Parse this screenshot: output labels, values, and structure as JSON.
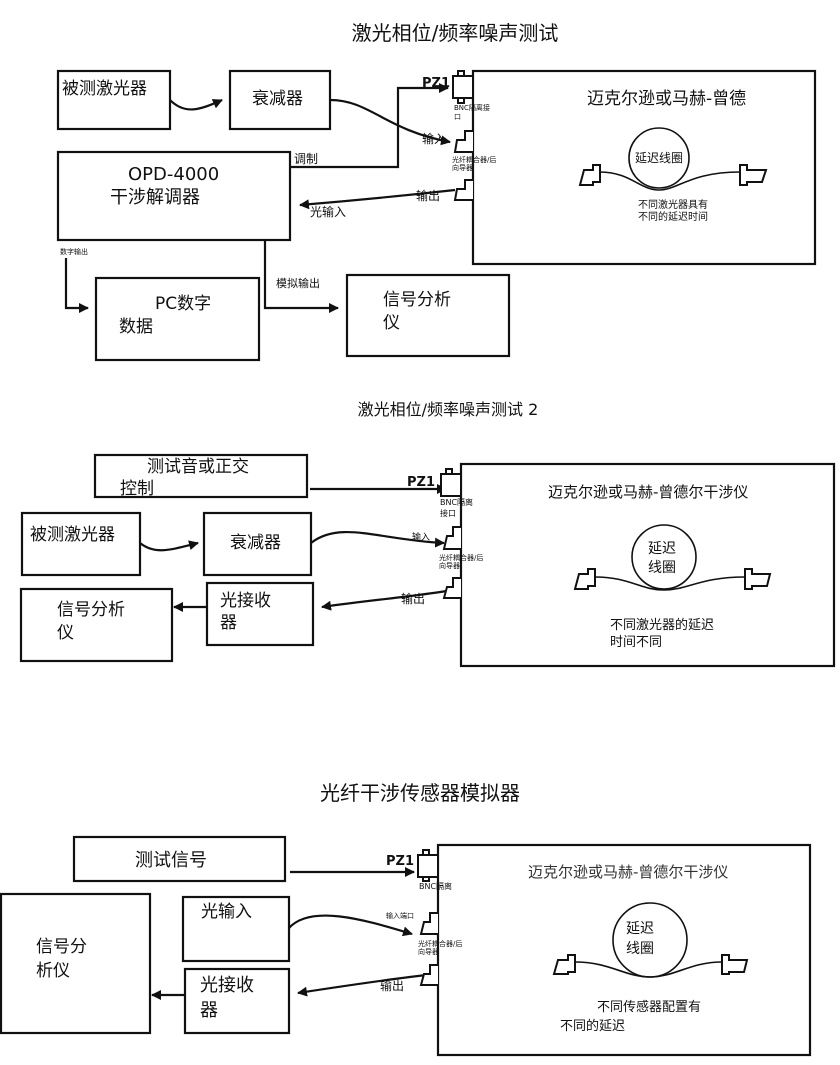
{
  "diagram1": {
    "title": "激光相位/频率噪声测试",
    "laser_under_test": "被测激光器",
    "attenuator": "衰减器",
    "opd_line1": "OPD-4000",
    "opd_line2": "干涉解调器",
    "modulation_label": "调制",
    "optical_input_label": "光输入",
    "digital_output_label": "数字输出",
    "analog_output_label": "模拟输出",
    "pc_line1": "PC数字",
    "pc_line2": "数据",
    "analyzer_line1": "信号分析",
    "analyzer_line2": "仪",
    "pz1": "PZ1",
    "bnc_line1": "BNC隔离接",
    "bnc_line2": "口",
    "input_label": "输入",
    "output_label": "输出",
    "coupler_line1": "光纤耦合器/后",
    "coupler_line2": "向导器",
    "interferometer_title": "迈克尔逊或马赫-曾德",
    "coil_label": "延迟线圈",
    "note_line1": "不同激光器具有",
    "note_line2": "不同的延迟时间"
  },
  "diagram2": {
    "title": "激光相位/频率噪声测试 2",
    "tone_line1": "测试音或正交",
    "tone_line2": "控制",
    "laser_under_test": "被测激光器",
    "attenuator": "衰减器",
    "analyzer_line1": "信号分析",
    "analyzer_line2": "仪",
    "receiver_line1": "光接收",
    "receiver_line2": "器",
    "pz1": "PZ1",
    "bnc_line1": "BNC隔离",
    "bnc_line2": "接口",
    "input_label": "输入",
    "output_label": "输出",
    "coupler_line1": "光纤耦合器/后",
    "coupler_line2": "向导器",
    "interferometer_title": "迈克尔逊或马赫-曾德尔干涉仪",
    "coil_line1": "延迟",
    "coil_line2": "线圈",
    "note_line1": "不同激光器的延迟",
    "note_line2": "时间不同"
  },
  "diagram3": {
    "title": "光纤干涉传感器模拟器",
    "test_signal": "测试信号",
    "optical_input": "光输入",
    "analyzer_line1": "信号分",
    "analyzer_line2": "析仪",
    "receiver_line1": "光接收",
    "receiver_line2": "器",
    "pz1": "PZ1",
    "bnc_label": "BNC隔离",
    "input_port_label": "输入端口",
    "output_label": "输出",
    "coupler_line1": "光纤耦合器/后",
    "coupler_line2": "向导器",
    "interferometer_title": "迈克尔逊或马赫-曾德尔干涉仪",
    "coil_line1": "延迟",
    "coil_line2": "线圈",
    "note_line1": "不同传感器配置有",
    "note_line2": "不同的延迟"
  }
}
